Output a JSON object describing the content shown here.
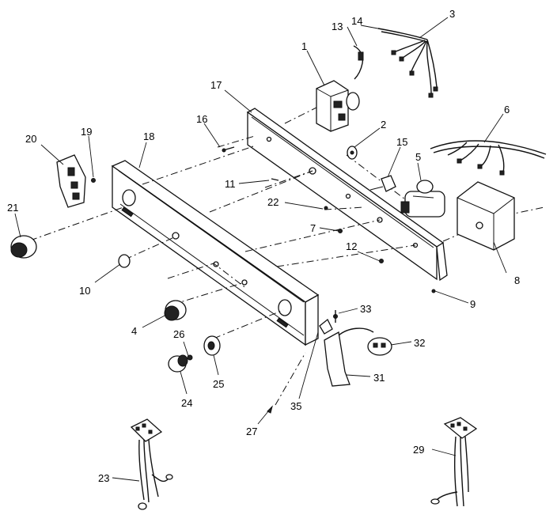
{
  "callouts": {
    "p1": "1",
    "p2": "2",
    "p3": "3",
    "p4": "4",
    "p5": "5",
    "p6": "6",
    "p7": "7",
    "p8": "8",
    "p9": "9",
    "p10": "10",
    "p11": "11",
    "p12": "12",
    "p13": "13",
    "p14": "14",
    "p15": "15",
    "p16": "16",
    "p17": "17",
    "p18": "18",
    "p19": "19",
    "p20": "20",
    "p21": "21",
    "p22": "22",
    "p23": "23",
    "p24": "24",
    "p25": "25",
    "p26": "26",
    "p27": "27",
    "p29": "29",
    "p31": "31",
    "p32": "32",
    "p33": "33",
    "p35": "35"
  }
}
